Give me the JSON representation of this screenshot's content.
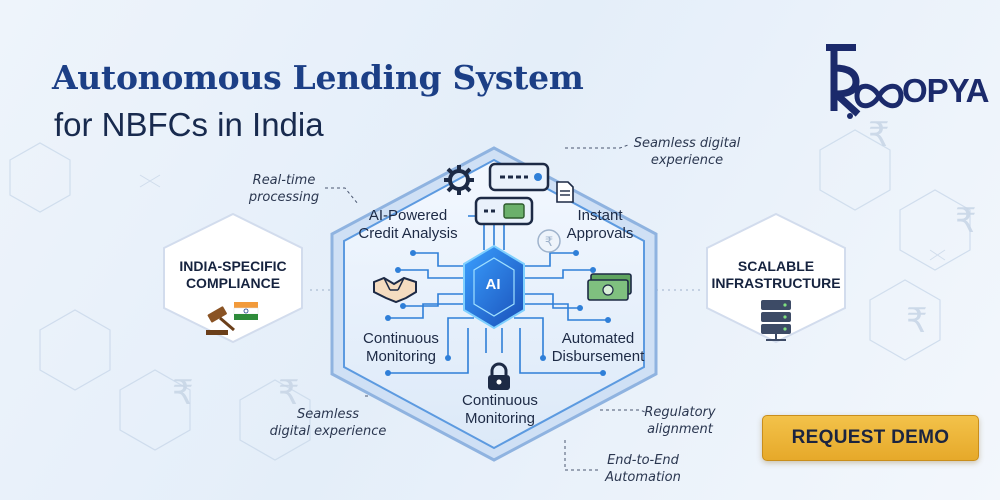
{
  "title": {
    "line1": "Autonomous Lending System",
    "line2": "for NBFCs in India"
  },
  "brand": {
    "logo_text": "OPYA"
  },
  "annotations": {
    "real_time": "Real-time\nprocessing",
    "seamless_top": "Seamless digital\nexperience",
    "seamless_bottom": "Seamless\ndigital experience",
    "regulatory": "Regulatory\nalignment",
    "end_to_end": "End-to-End\nAutomation"
  },
  "hub": {
    "core_label": "AI",
    "features": {
      "credit": "AI-Powered\nCredit Analysis",
      "approvals": "Instant\nApprovals",
      "monitoring_left": "Continuous\nMonitoring",
      "disbursement": "Automated\nDisbursement",
      "monitoring_bottom": "Continuous\nMonitoring"
    }
  },
  "side_hexes": {
    "compliance": "INDIA-SPECIFIC\nCOMPLIANCE",
    "infrastructure": "SCALABLE\nINFRASTRUCTURE"
  },
  "cta": {
    "label": "REQUEST DEMO"
  },
  "colors": {
    "title_blue": "#1c3f86",
    "circuit_blue": "#2f7fd8",
    "cta_gold": "#e6a92a",
    "brand_navy": "#1b2a6b"
  }
}
